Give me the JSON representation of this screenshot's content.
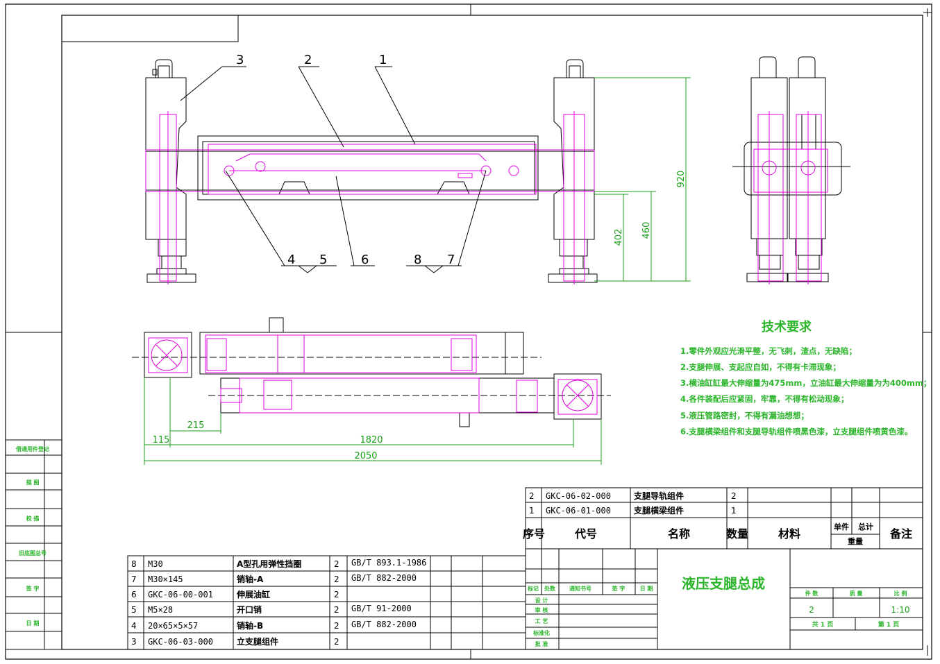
{
  "callouts": [
    "3",
    "2",
    "1",
    "4",
    "5",
    "6",
    "8",
    "7"
  ],
  "dims": {
    "h920": "920",
    "h402": "402",
    "h460": "460",
    "w215": "215",
    "w115": "115",
    "w1820": "1820",
    "w2050": "2050"
  },
  "tech": {
    "title": "技术要求",
    "items": [
      "1.零件外观应光滑平整，无飞刺，渣点，无缺陷；",
      "2.支腿伸展、支起应自如，不得有卡滞现象；",
      "3.横油缸缸最大伸缩量为475mm，立油缸最大伸缩量为为400mm；",
      "4.各件装配后应紧固，牢靠，不得有松动现象；",
      "5.液压管路密封，不得有漏油想想；",
      "6.支腿横梁组件和支腿导轨组件喷黑色漆，立支腿组件喷黄色漆。"
    ]
  },
  "left_side": [
    "借通用件登记",
    "描 图",
    "校 描",
    "旧底图总号",
    "签 字",
    "日 期"
  ],
  "parts_top": [
    {
      "no": "2",
      "code": "GKC-06-02-000",
      "name": "支腿导轨组件",
      "qty": "2"
    },
    {
      "no": "1",
      "code": "GKC-06-01-000",
      "name": "支腿横梁组件",
      "qty": "1"
    }
  ],
  "parts_header": {
    "no": "序号",
    "code": "代号",
    "name": "名称",
    "qty": "数量",
    "mat": "材料",
    "unit": "单件",
    "total": "总计",
    "weight": "重量",
    "remark": "备注"
  },
  "parts_bottom": [
    {
      "no": "8",
      "code": "M30",
      "name": "A型孔用弹性挡圈",
      "qty": "2",
      "std": "GB/T 893.1-1986"
    },
    {
      "no": "7",
      "code": "M30×145",
      "name": "销轴-A",
      "qty": "2",
      "std": "GB/T 882-2000"
    },
    {
      "no": "6",
      "code": "GKC-06-00-001",
      "name": "伸展油缸",
      "qty": "2",
      "std": ""
    },
    {
      "no": "5",
      "code": "M5×28",
      "name": "开口销",
      "qty": "2",
      "std": "GB/T 91-2000"
    },
    {
      "no": "4",
      "code": "20×65×5×57",
      "name": "销轴-B",
      "qty": "2",
      "std": "GB/T 882-2000"
    },
    {
      "no": "3",
      "code": "GKC-06-03-000",
      "name": "立支腿组件",
      "qty": "2",
      "std": ""
    }
  ],
  "title_block": {
    "drawing_name": "液压支腿总成",
    "rev_headers": [
      "标记",
      "处数",
      "通知书号",
      "签 字",
      "日 期"
    ],
    "roles": [
      "设 计",
      "审 核",
      "工 艺",
      "标准化",
      "批 准"
    ],
    "pieces_label": "件 数",
    "weight_label": "质 量",
    "scale_label": "比 例",
    "pieces": "2",
    "scale": "1:10",
    "sheets_total": "共 1 页",
    "sheet_no": "第 1 页"
  },
  "colors": {
    "magenta": "#e000e0",
    "green": "#22b022",
    "line": "#000000"
  }
}
